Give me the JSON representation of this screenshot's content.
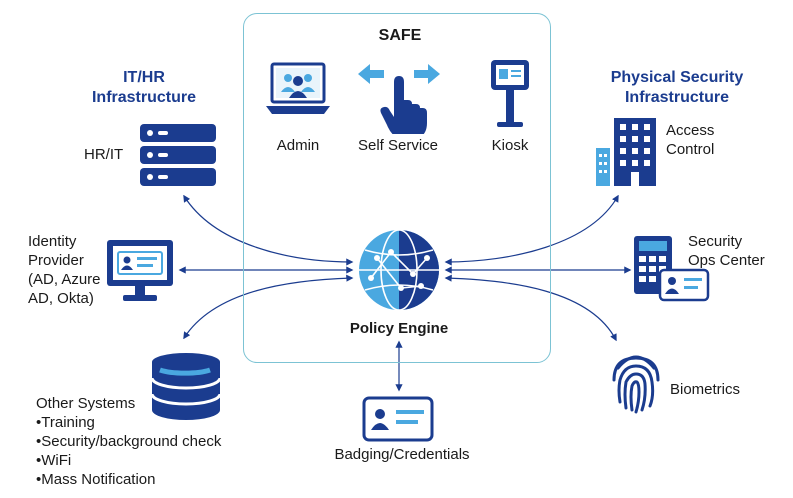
{
  "safe": {
    "title": "SAFE"
  },
  "left_header": {
    "line1": "IT/HR",
    "line2": "Infrastructure"
  },
  "right_header": {
    "line1": "Physical Security",
    "line2": "Infrastructure"
  },
  "nodes": {
    "admin": "Admin",
    "self_service": "Self Service",
    "kiosk": "Kiosk",
    "policy_engine": "Policy Engine",
    "hr_it": "HR/IT",
    "identity_provider": [
      "Identity",
      "Provider",
      "(AD, Azure",
      "AD, Okta)"
    ],
    "other_systems": {
      "title": "Other Systems",
      "items": [
        "Training",
        "Security/background check",
        "WiFi",
        "Mass Notification"
      ]
    },
    "badging": "Badging/Credentials",
    "access_control": [
      "Access",
      "Control"
    ],
    "security_ops": [
      "Security",
      "Ops Center"
    ],
    "biometrics": "Biometrics"
  },
  "colors": {
    "navy": "#1b3c8f",
    "light_blue": "#4aa8e0",
    "teal_border": "#7cc3d4"
  }
}
